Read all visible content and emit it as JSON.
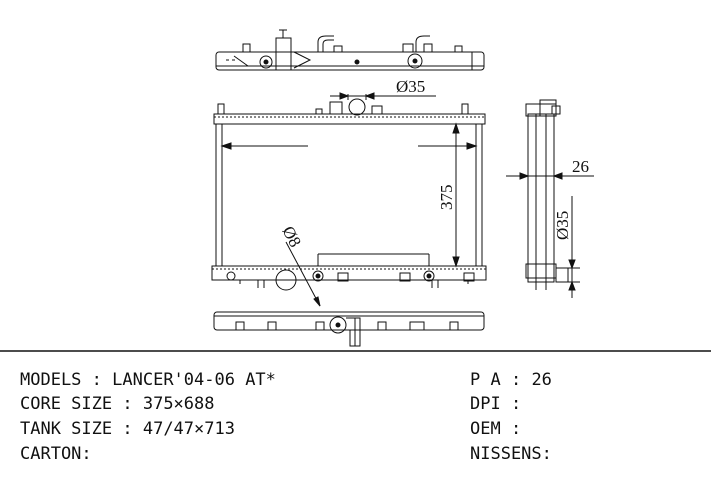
{
  "dimensions": {
    "top_hose_diameter": "Ø35",
    "core_height": "375",
    "core_thickness": "26",
    "side_hose_diameter": "Ø35",
    "drain_diameter": "Ø8"
  },
  "specs": {
    "left": [
      {
        "label": "MODELS",
        "sep": " : ",
        "value": "LANCER'04-06 AT*"
      },
      {
        "label": "CORE SIZE",
        "sep": " : ",
        "value": "375×688"
      },
      {
        "label": "TANK SIZE",
        "sep": " : ",
        "value": "47/47×713"
      },
      {
        "label": "CARTON",
        "sep": ":",
        "value": ""
      }
    ],
    "right": [
      {
        "label": "P A",
        "sep": " : ",
        "value": "26"
      },
      {
        "label": "DPI",
        "sep": " :",
        "value": ""
      },
      {
        "label": "OEM",
        "sep": " :",
        "value": ""
      },
      {
        "label": "NISSENS",
        "sep": ":",
        "value": ""
      }
    ]
  },
  "colors": {
    "ink": "#111111",
    "background": "#ffffff"
  }
}
